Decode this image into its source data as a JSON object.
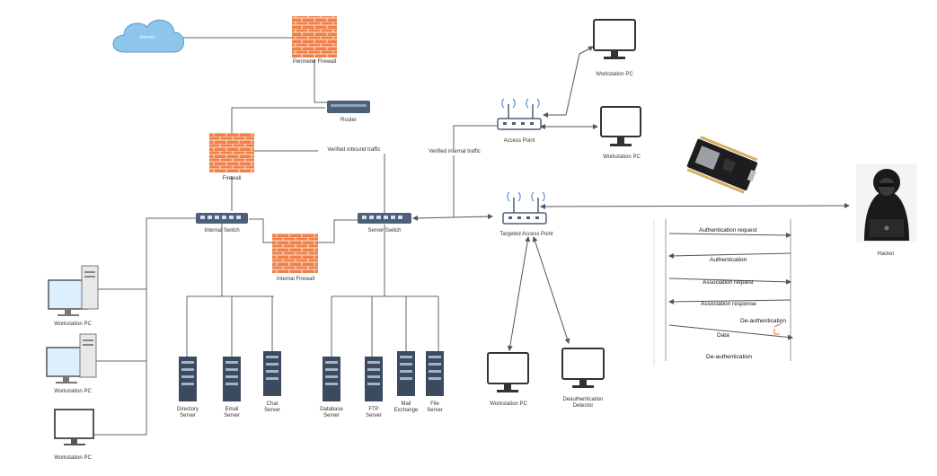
{
  "labels": {
    "internet": "Internet",
    "perimeter_firewall": "Perimeter Firewall",
    "router": "Router",
    "firewall": "Firewall",
    "verified_inbound": "Verified inbound traffic",
    "verified_internal": "Verified internal traffic",
    "access_point": "Access Point",
    "targeted_ap": "Targeted Access Point",
    "internal_switch": "Internal Switch",
    "server_switch": "Server Switch",
    "internal_firewall": "Internal Firewall",
    "ws_top": "Workstation PC",
    "ws_right": "Workstation PC",
    "ws_left1": "Workstation PC",
    "ws_left2": "Workstation PC",
    "ws_left3": "Workstation PC",
    "ws_bottom": "Workstation PC",
    "deauth_detector": "Deauthentication Detector",
    "hacker": "Hacker",
    "srv_directory": "Directory Server",
    "srv_email": "Email Server",
    "srv_chat": "Chat Server",
    "srv_database": "Database Server",
    "srv_ftp": "FTP Server",
    "srv_mail_exchange": "Mail Exchange",
    "srv_file": "File Server"
  },
  "sequence": {
    "auth_request": "Authentication request",
    "authentication": "Authentication",
    "assoc_request": "Association request",
    "assoc_response": "Association response",
    "deauth": "De-authentication",
    "data": "Data",
    "deauth_bottom": "De-authentication"
  },
  "colors": {
    "firewall_brick": "#f0804a",
    "cloud": "#8ec5ea",
    "switch_body": "#4e5f78",
    "monitor_screen": "#dcefff",
    "server_body": "#3c4a5e",
    "line": "#555555"
  }
}
